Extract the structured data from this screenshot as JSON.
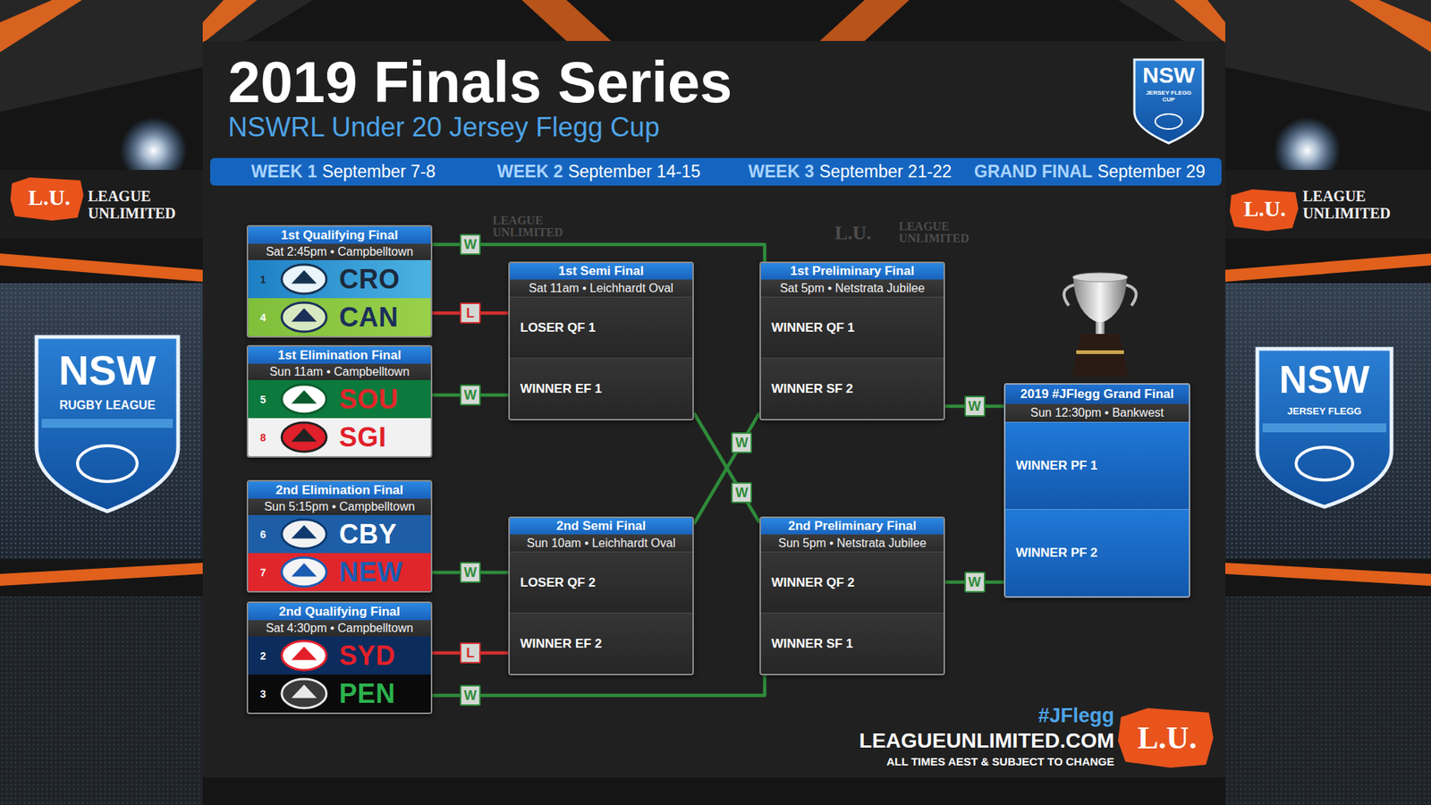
{
  "diagram": {
    "title": "2019 Finals Series",
    "nodes": [
      {
        "text": [
          "1st Qualifying Final",
          "Sat 2:45pm • Campbelltown"
        ]
      },
      {
        "text": [
          "1",
          "CRO"
        ],
        "in": 0
      },
      {
        "text": [
          "4",
          "CAN"
        ],
        "in": 0
      },
      {
        "text": [
          "1st Elimination Final",
          "Sun 11am • Campbelltown"
        ]
      },
      {
        "text": [
          "5",
          "SOU"
        ],
        "in": 3
      },
      {
        "text": [
          "8",
          "SGI"
        ],
        "in": 3
      },
      {
        "text": [
          "2nd Elimination Final",
          "Sun 5:15pm • Campbelltown"
        ]
      },
      {
        "text": [
          "6",
          "CBY"
        ],
        "in": 6
      },
      {
        "text": [
          "7",
          "NEW"
        ],
        "in": 6
      },
      {
        "text": [
          "2nd Qualifying Final",
          "Sat 4:30pm • Campbelltown"
        ]
      },
      {
        "text": [
          "2",
          "SYD"
        ],
        "in": 9
      },
      {
        "text": [
          "3",
          "PEN"
        ],
        "in": 9
      },
      {
        "text": [
          "1st Semi Final",
          "Sat 11am • Leichhardt Oval"
        ]
      },
      {
        "text": [
          "LOSER QF 1"
        ],
        "in": 12
      },
      {
        "text": [
          "WINNER EF 1"
        ],
        "in": 12
      },
      {
        "text": [
          "2nd Semi Final",
          "Sun 10am • Leichhardt Oval"
        ]
      },
      {
        "text": [
          "LOSER QF 2"
        ],
        "in": 15
      },
      {
        "text": [
          "WINNER EF 2"
        ],
        "in": 15
      },
      {
        "text": [
          "1st Preliminary Final",
          "Sat 5pm • Netstrata Jubilee"
        ]
      },
      {
        "text": [
          "WINNER QF 1"
        ],
        "in": 18
      },
      {
        "text": [
          "WINNER SF 2"
        ],
        "in": 18
      },
      {
        "text": [
          "2nd Preliminary Final",
          "Sun 5pm • Netstrata Jubilee"
        ]
      },
      {
        "text": [
          "WINNER QF 2"
        ],
        "in": 21
      },
      {
        "text": [
          "WINNER SF 1"
        ],
        "in": 21
      },
      {
        "text": [
          "2019 #JFlegg Grand Final",
          "Sun 12:30pm • Bankwest"
        ]
      },
      {
        "text": [
          "WINNER PF 1"
        ],
        "in": 24
      },
      {
        "text": [
          "WINNER PF 2"
        ],
        "in": 24
      }
    ],
    "edges": [
      {
        "from": 0,
        "to": 18,
        "label": "W",
        "arrow": "none"
      },
      {
        "from": 0,
        "to": 12,
        "label": "L",
        "arrow": "none"
      },
      {
        "from": 3,
        "to": 12,
        "label": "W",
        "arrow": "none"
      },
      {
        "from": 6,
        "to": 15,
        "label": "W",
        "arrow": "none"
      },
      {
        "from": 9,
        "to": 15,
        "label": "L",
        "arrow": "none"
      },
      {
        "from": 9,
        "to": 21,
        "label": "W",
        "arrow": "none"
      },
      {
        "from": 15,
        "to": 18,
        "label": "W",
        "arrow": "none"
      },
      {
        "from": 12,
        "to": 21,
        "label": "W",
        "arrow": "none"
      },
      {
        "from": 18,
        "to": 24,
        "label": "W",
        "arrow": "none"
      },
      {
        "from": 21,
        "to": 24,
        "label": "W",
        "arrow": "none"
      }
    ],
    "labels": [
      "NSWRL Under 20 Jersey Flegg Cup",
      "WEEK 1",
      "September 7-8",
      "WEEK 2",
      "September 14-15",
      "WEEK 3",
      "September 21-22",
      "GRAND FINAL",
      "September 29",
      "NSW",
      "JERSEY FLEGG CUP",
      "L.U.",
      "LEAGUE UNLIMITED",
      "L.U.",
      "LEAGUE UNLIMITED",
      "NSW",
      "RUGBY LEAGUE",
      "NSW",
      "JERSEY FLEGG",
      "LEAGUE UNLIMITED",
      "L.U.",
      "LEAGUE UNLIMITED",
      "#JFlegg",
      "LEAGUEUNLIMITED.COM",
      "ALL TIMES AEST & SUBJECT TO CHANGE",
      "L.U."
    ]
  }
}
